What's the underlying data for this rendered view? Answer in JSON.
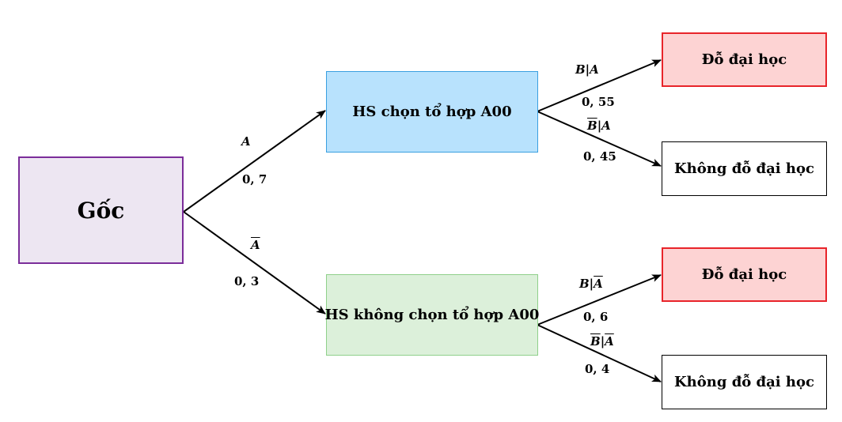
{
  "nodes": {
    "root": "Gốc",
    "a00": "HS chọn tổ hợp A00",
    "not_a00": "HS không chọn tổ hợp A00",
    "pass_1": "Đỗ đại học",
    "fail_1": "Không đỗ đại học",
    "pass_2": "Đỗ đại học",
    "fail_2": "Không đỗ đại học"
  },
  "edges": {
    "root_a00": {
      "event": "A",
      "prob": "0, 7"
    },
    "root_not_a00": {
      "event_bar": "A",
      "prob": "0, 3"
    },
    "a00_pass": {
      "event": "B|A",
      "prob": "0, 55"
    },
    "a00_fail": {
      "event_bar_b": "B",
      "event_rest": "|A",
      "prob": "0, 45"
    },
    "not_a00_pass": {
      "event_prefix": "B|",
      "event_bar": "A",
      "prob": "0, 6"
    },
    "not_a00_fail": {
      "event_bar_b": "B",
      "event_mid": "|",
      "event_bar_a": "A",
      "prob": "0, 4"
    }
  },
  "colors": {
    "root_fill": "#ede6f2",
    "root_border": "#7b2d9a",
    "a00_fill": "#b8e2fd",
    "a00_border": "#3a9fe0",
    "not_a00_fill": "#dcf0da",
    "not_a00_border": "#8fd08a",
    "pass_fill": "#fdd3d3",
    "pass_border": "#e8242a",
    "fail_fill": "#ffffff",
    "fail_border": "#000000",
    "arrow": "#000000"
  }
}
